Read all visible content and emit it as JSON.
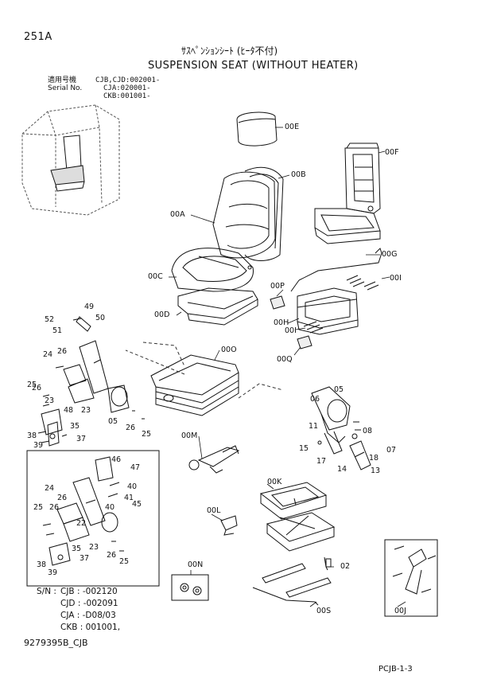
{
  "page_id": "251A",
  "title_jp": "ｻｽﾍﾟﾝｼｮﾝｼｰﾄ (ﾋｰﾀ不付)",
  "title_en": "SUSPENSION SEAT (WITHOUT HEATER)",
  "serial": {
    "label_jp": "適用号機",
    "label_en": "Serial No.",
    "lines": [
      "CJB,CJD:002001-",
      "CJA:020001-",
      "CKB:001001-"
    ]
  },
  "parts": [
    "00E",
    "00F",
    "00B",
    "00A",
    "00G",
    "00C",
    "00P",
    "00I",
    "00D",
    "00H",
    "00I",
    "00Q",
    "00O",
    "52",
    "49",
    "50",
    "51",
    "24",
    "26",
    "25",
    "26",
    "23",
    "48",
    "23",
    "05",
    "26",
    "25",
    "38",
    "39",
    "35",
    "37",
    "06",
    "05",
    "11",
    "08",
    "07",
    "15",
    "17",
    "18",
    "14",
    "13",
    "00M",
    "00K",
    "00L",
    "00N",
    "02",
    "00S",
    "00J",
    "46",
    "47",
    "24",
    "26",
    "40",
    "41",
    "40",
    "45",
    "25",
    "26",
    "22",
    "23",
    "35",
    "37",
    "38",
    "39",
    "26",
    "25"
  ],
  "sn_notes": {
    "prefix": "S/N :",
    "rows": [
      "CJB : -002120",
      "CJD : -002091",
      "CJA : -D08/03",
      "CKB : 001001,"
    ]
  },
  "doc_number": "9279395B_CJB",
  "page_ref": "PCJB-1-3"
}
